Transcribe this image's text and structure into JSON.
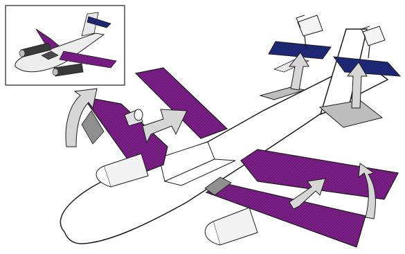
{
  "colors": {
    "background": "#ffffff",
    "outline": "#1a1a1a",
    "wing_purple": "#7a1f86",
    "wing_purple_dark": "#5a1263",
    "tail_navy": "#1f2a7a",
    "arrow_gray": "#cfcfcf",
    "shadow_gray": "#8f8f8f",
    "inset_border": "#4a4a4a"
  },
  "icons": [
    "inset-airplane-icon",
    "rotation-arrow-icon",
    "curved-arrow-icon",
    "engine-nacelle-icon",
    "fuel-can-icon"
  ],
  "diagram": {
    "inset_present": true,
    "components": [
      "fuselage",
      "left-wing-pieces",
      "right-wing-pieces",
      "horizontal-stabilizers",
      "engines",
      "fuel-cans"
    ]
  }
}
